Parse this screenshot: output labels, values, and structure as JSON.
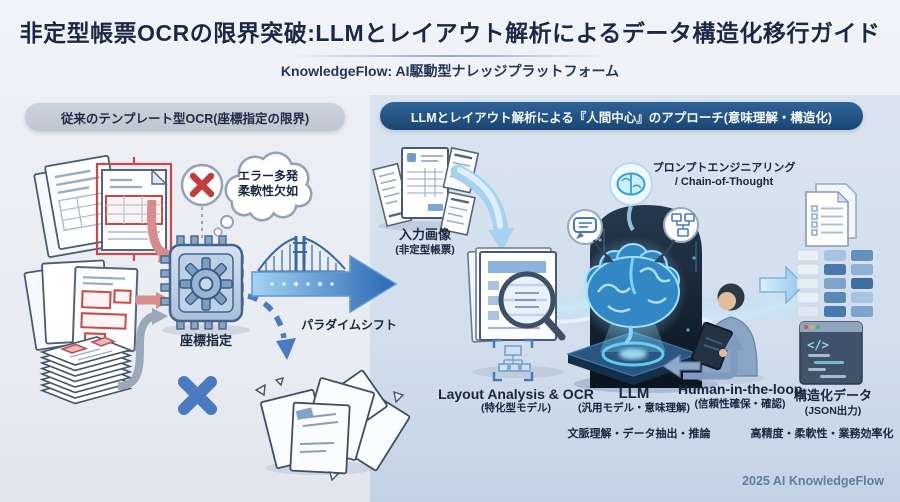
{
  "header": {
    "title": "非定型帳票OCRの限界突破:LLMとレイアウト解析によるデータ構造化移行ガイド",
    "subtitle": "KnowledgeFlow: AI駆動型ナレッジプラットフォーム"
  },
  "left_panel": {
    "header": "従来のテンプレート型OCR(座標指定の限界)",
    "thought_bubble": {
      "line1": "エラー多発",
      "line2": "柔軟性欠如"
    },
    "chip_label": "座標指定",
    "paradigm_label": "パラダイムシフト"
  },
  "right_panel": {
    "header": "LLMとレイアウト解析による『人間中心』のアプローチ(意味理解・構造化)",
    "input": {
      "label": "入力画像",
      "sublabel": "(非定型帳票)"
    },
    "prompt": {
      "line1": "プロンプトエンジニアリング",
      "line2": "/ Chain-of-Thought"
    },
    "layout_ocr": {
      "label": "Layout Analysis & OCR",
      "sublabel": "(特化型モデル)"
    },
    "llm": {
      "label": "LLM",
      "sublabel": "(汎用モデル・意味理解)",
      "caption": "文脈理解・データ抽出・推論"
    },
    "hitl": {
      "label": "Human-in-the-loop",
      "sublabel": "(信頼性確保・確認)"
    },
    "output": {
      "label": "構造化データ",
      "sublabel": "(JSON出力)",
      "caption": "高精度・柔軟性・業務効率化",
      "code_symbol": "</>"
    }
  },
  "footer": {
    "credit": "2025 AI KnowledgeFlow"
  },
  "colors": {
    "accent_blue": "#2e6cb4",
    "error_red": "#c43d3d",
    "pill_dark_blue": "#1a4673",
    "left_panel_bg": "#ebedf2",
    "right_panel_bg": "#d5e0ee"
  }
}
